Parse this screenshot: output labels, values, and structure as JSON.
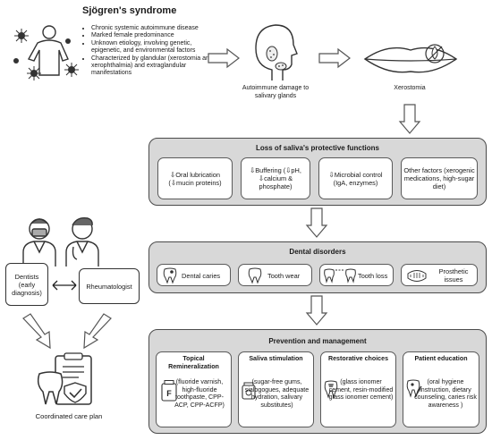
{
  "header": {
    "title": "Sjögren's syndrome",
    "bullets": [
      "Chronic systemic autoimmune disease",
      "Marked female predominance",
      "Unknown etiology, involving genetic, epigenetic, and environmental factors",
      "Characterized by glandular (xerostomia and xerophthalmia) and extraglandular manifestations"
    ]
  },
  "flow": {
    "gland_caption": "Autoimmune damage to salivary glands",
    "xerostomia_caption": "Xerostomia"
  },
  "loss_panel": {
    "title": "Loss of saliva's protective functions",
    "cards": [
      "⇩Oral lubrication (⇩mucin proteins)",
      "⇩Buffering (⇩pH, ⇩calcium & phosphate)",
      "⇩Microbial control (IgA, enzymes)",
      "Other factors (xerogenic medications, high-sugar diet)"
    ]
  },
  "dental_panel": {
    "title": "Dental disorders",
    "cards": [
      "Dental caries",
      "Tooth wear",
      "Tooth loss",
      "Prosthetic issues"
    ]
  },
  "prevention_panel": {
    "title": "Prevention and management",
    "cards": [
      {
        "heading": "Topical Remineralization",
        "text": "(fluoride varnish, high-fluoride toothpaste, CPP-ACP, CPP-ACFP)",
        "icon_letter": "F"
      },
      {
        "heading": "Saliva stimulation",
        "text": "(sugar-free gums, sialogogues, adequate hydration, salivary substitutes)"
      },
      {
        "heading": "Restorative choices",
        "text": "(glass ionomer cement, resin-modified glass ionomer cement)"
      },
      {
        "heading": "Patient education",
        "text": "(oral hygiene instruction, dietary counseling, caries risk awareness )"
      }
    ]
  },
  "care_team": {
    "dentists": "Dentists (early diagnosis)",
    "rheumatologist": "Rheumatologist",
    "plan_caption": "Coordinated care plan"
  },
  "colors": {
    "panel_fill": "#d8d8d8",
    "card_fill": "#ffffff",
    "outline": "#4a4a4a"
  },
  "icons": [
    "patient-figure-icon",
    "salivary-gland-head-icon",
    "dry-lips-icon",
    "doctors-icon",
    "care-plan-clipboard-icon",
    "tooth-icon",
    "mouthguard-icon",
    "fluoride-tube-icon",
    "gum-jar-icon",
    "filled-tooth-icon",
    "toothbrush-icon"
  ]
}
